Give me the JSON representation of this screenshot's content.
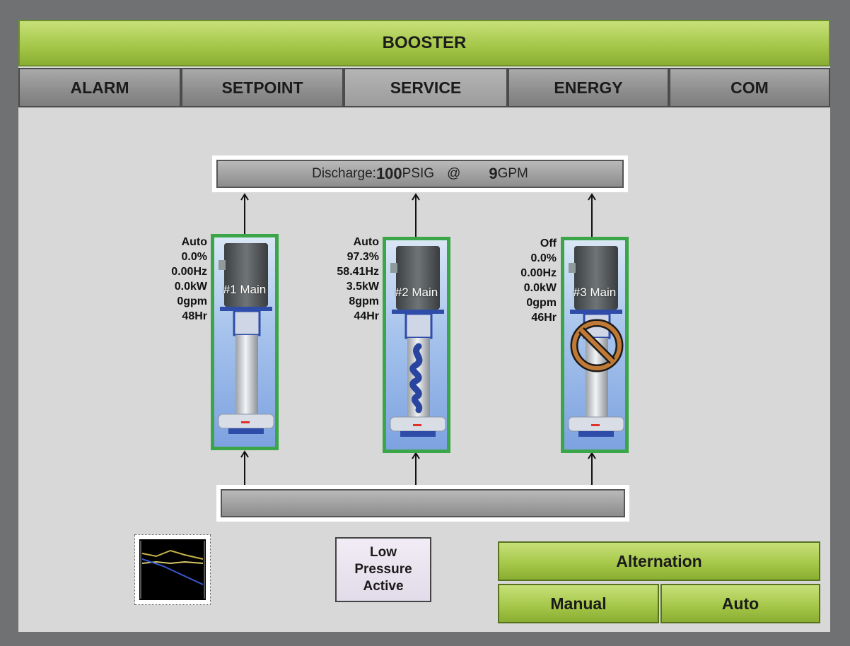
{
  "title": "BOOSTER",
  "tabs": [
    {
      "label": "ALARM"
    },
    {
      "label": "SETPOINT"
    },
    {
      "label": "SERVICE"
    },
    {
      "label": "ENERGY"
    },
    {
      "label": "COM"
    }
  ],
  "discharge": {
    "label": "Discharge:",
    "pressure": "100",
    "pressure_unit": "PSIG",
    "at": "@",
    "flow": "9",
    "flow_unit": "GPM"
  },
  "pumps": [
    {
      "name": "#1 Main",
      "mode": "Auto",
      "speed": "0.0%",
      "freq": "0.00Hz",
      "power": "0.0kW",
      "flow": "0gpm",
      "hours": "48Hr",
      "running": false,
      "disabled": false
    },
    {
      "name": "#2 Main",
      "mode": "Auto",
      "speed": "97.3%",
      "freq": "58.41Hz",
      "power": "3.5kW",
      "flow": "8gpm",
      "hours": "44Hr",
      "running": true,
      "disabled": false
    },
    {
      "name": "#3 Main",
      "mode": "Off",
      "speed": "0.0%",
      "freq": "0.00Hz",
      "power": "0.0kW",
      "flow": "0gpm",
      "hours": "46Hr",
      "running": false,
      "disabled": true
    }
  ],
  "low_pressure": {
    "line1": "Low",
    "line2": "Pressure",
    "line3": "Active"
  },
  "alternation": {
    "title": "Alternation",
    "manual": "Manual",
    "auto": "Auto"
  },
  "colors": {
    "green_accent": "#a6c84a",
    "pump_frame": "#3aa648",
    "tab_gray": "#8d8d8d",
    "prohibit": "#8b4513"
  },
  "icons": {
    "trend": "trend-chart-icon",
    "disabled": "prohibited-icon"
  }
}
